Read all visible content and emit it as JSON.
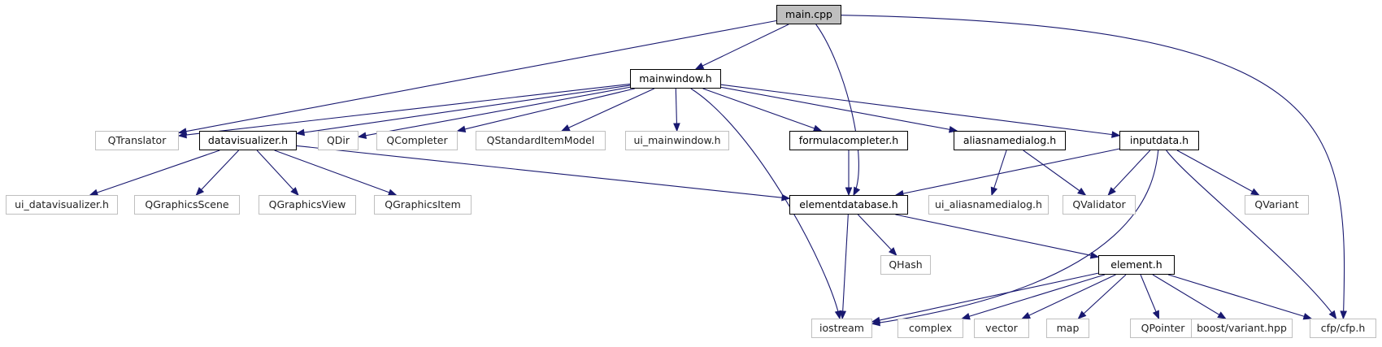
{
  "graph": {
    "nodes": [
      {
        "id": "main",
        "label": "main.cpp",
        "kind": "root"
      },
      {
        "id": "mainwindow",
        "label": "mainwindow.h",
        "kind": "project"
      },
      {
        "id": "qtranslator",
        "label": "QTranslator",
        "kind": "external"
      },
      {
        "id": "datavisualizer",
        "label": "datavisualizer.h",
        "kind": "project"
      },
      {
        "id": "qdir",
        "label": "QDir",
        "kind": "external"
      },
      {
        "id": "qcompleter",
        "label": "QCompleter",
        "kind": "external"
      },
      {
        "id": "qstandarditemmodel",
        "label": "QStandardItemModel",
        "kind": "external"
      },
      {
        "id": "ui_mainwindow",
        "label": "ui_mainwindow.h",
        "kind": "external"
      },
      {
        "id": "formulacompleter",
        "label": "formulacompleter.h",
        "kind": "project"
      },
      {
        "id": "aliasnamedialog",
        "label": "aliasnamedialog.h",
        "kind": "project"
      },
      {
        "id": "inputdata",
        "label": "inputdata.h",
        "kind": "project"
      },
      {
        "id": "ui_datavisualizer",
        "label": "ui_datavisualizer.h",
        "kind": "external"
      },
      {
        "id": "qgraphicsscene",
        "label": "QGraphicsScene",
        "kind": "external"
      },
      {
        "id": "qgraphicsview",
        "label": "QGraphicsView",
        "kind": "external"
      },
      {
        "id": "qgraphicsitem",
        "label": "QGraphicsItem",
        "kind": "external"
      },
      {
        "id": "elementdatabase",
        "label": "elementdatabase.h",
        "kind": "project"
      },
      {
        "id": "ui_aliasnamedialog",
        "label": "ui_aliasnamedialog.h",
        "kind": "external"
      },
      {
        "id": "qvalidator",
        "label": "QValidator",
        "kind": "external"
      },
      {
        "id": "qvariant",
        "label": "QVariant",
        "kind": "external"
      },
      {
        "id": "qhash",
        "label": "QHash",
        "kind": "external"
      },
      {
        "id": "element",
        "label": "element.h",
        "kind": "project"
      },
      {
        "id": "iostream",
        "label": "iostream",
        "kind": "external"
      },
      {
        "id": "complex",
        "label": "complex",
        "kind": "external"
      },
      {
        "id": "vector",
        "label": "vector",
        "kind": "external"
      },
      {
        "id": "map",
        "label": "map",
        "kind": "external"
      },
      {
        "id": "qpointer",
        "label": "QPointer",
        "kind": "external"
      },
      {
        "id": "boost_variant",
        "label": "boost/variant.hpp",
        "kind": "external"
      },
      {
        "id": "cfp",
        "label": "cfp/cfp.h",
        "kind": "external"
      }
    ],
    "edges": [
      {
        "from": "main",
        "to": "mainwindow"
      },
      {
        "from": "main",
        "to": "qtranslator"
      },
      {
        "from": "main",
        "to": "elementdatabase"
      },
      {
        "from": "main",
        "to": "cfp"
      },
      {
        "from": "mainwindow",
        "to": "qtranslator"
      },
      {
        "from": "mainwindow",
        "to": "datavisualizer"
      },
      {
        "from": "mainwindow",
        "to": "qdir"
      },
      {
        "from": "mainwindow",
        "to": "qcompleter"
      },
      {
        "from": "mainwindow",
        "to": "qstandarditemmodel"
      },
      {
        "from": "mainwindow",
        "to": "ui_mainwindow"
      },
      {
        "from": "mainwindow",
        "to": "formulacompleter"
      },
      {
        "from": "mainwindow",
        "to": "aliasnamedialog"
      },
      {
        "from": "mainwindow",
        "to": "inputdata"
      },
      {
        "from": "mainwindow",
        "to": "iostream"
      },
      {
        "from": "datavisualizer",
        "to": "ui_datavisualizer"
      },
      {
        "from": "datavisualizer",
        "to": "qgraphicsscene"
      },
      {
        "from": "datavisualizer",
        "to": "qgraphicsview"
      },
      {
        "from": "datavisualizer",
        "to": "qgraphicsitem"
      },
      {
        "from": "datavisualizer",
        "to": "elementdatabase"
      },
      {
        "from": "formulacompleter",
        "to": "elementdatabase"
      },
      {
        "from": "aliasnamedialog",
        "to": "ui_aliasnamedialog"
      },
      {
        "from": "aliasnamedialog",
        "to": "qvalidator"
      },
      {
        "from": "inputdata",
        "to": "elementdatabase"
      },
      {
        "from": "inputdata",
        "to": "qvalidator"
      },
      {
        "from": "inputdata",
        "to": "qvariant"
      },
      {
        "from": "inputdata",
        "to": "iostream"
      },
      {
        "from": "inputdata",
        "to": "cfp"
      },
      {
        "from": "elementdatabase",
        "to": "qhash"
      },
      {
        "from": "elementdatabase",
        "to": "element"
      },
      {
        "from": "elementdatabase",
        "to": "iostream"
      },
      {
        "from": "element",
        "to": "iostream"
      },
      {
        "from": "element",
        "to": "complex"
      },
      {
        "from": "element",
        "to": "vector"
      },
      {
        "from": "element",
        "to": "map"
      },
      {
        "from": "element",
        "to": "qpointer"
      },
      {
        "from": "element",
        "to": "boost_variant"
      },
      {
        "from": "element",
        "to": "cfp"
      }
    ]
  },
  "colors": {
    "edge": "#191970",
    "project_border": "#000000",
    "external_border": "#bfbfbf",
    "root_fill": "#bfbfbf"
  }
}
